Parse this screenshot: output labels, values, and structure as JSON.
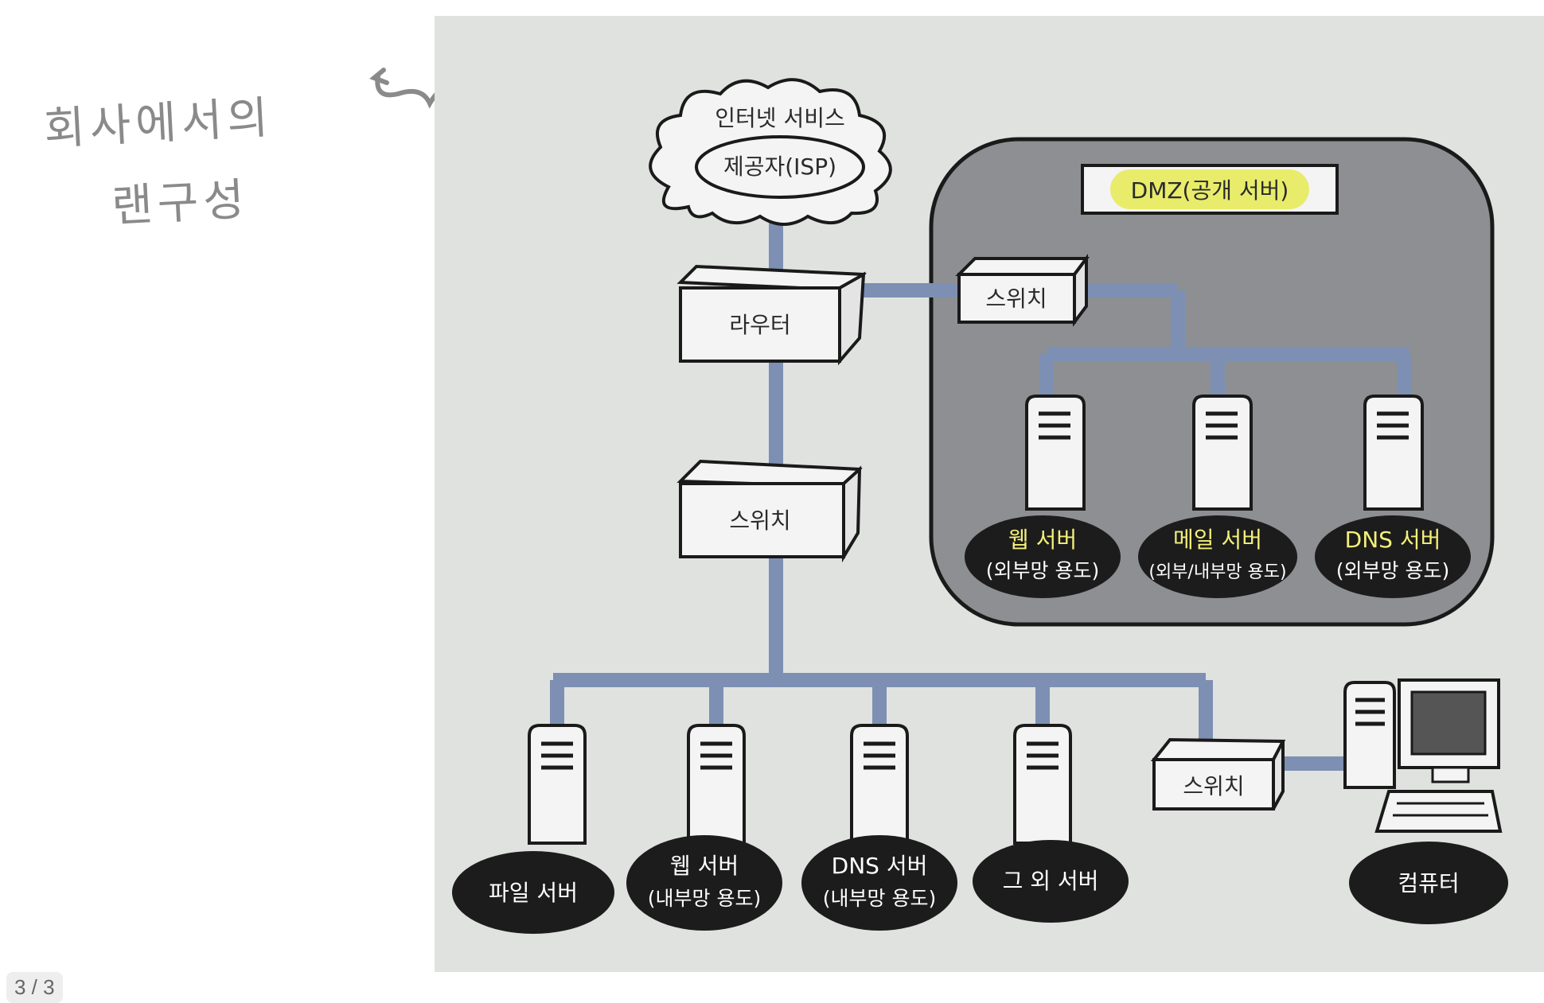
{
  "handwritten_note": {
    "line1": "회사에서의",
    "line2": "랜구성"
  },
  "page_indicator": "3 / 3",
  "diagram": {
    "isp": {
      "line1": "인터넷 서비스",
      "line2": "제공자(ISP)"
    },
    "router": "라우터",
    "main_switch": "스위치",
    "dmz": {
      "title": "DMZ(공개 서버)",
      "switch": "스위치",
      "servers": [
        {
          "name": "웹 서버",
          "purpose": "(외부망 용도)"
        },
        {
          "name": "메일 서버",
          "purpose": "(외부/내부망 용도)"
        },
        {
          "name": "DNS 서버",
          "purpose": "(외부망 용도)"
        }
      ]
    },
    "internal_servers": [
      {
        "name": "파일 서버",
        "purpose": ""
      },
      {
        "name": "웹 서버",
        "purpose": "(내부망 용도)"
      },
      {
        "name": "DNS 서버",
        "purpose": "(내부망 용도)"
      },
      {
        "name": "그 외 서버",
        "purpose": ""
      }
    ],
    "pc_switch": "스위치",
    "computer": "컴퓨터"
  },
  "colors": {
    "line": "#7d8fb3",
    "dmz_bg": "#8d8f92",
    "highlight": "#e8ec6a",
    "pill": "#1c1c1c"
  }
}
